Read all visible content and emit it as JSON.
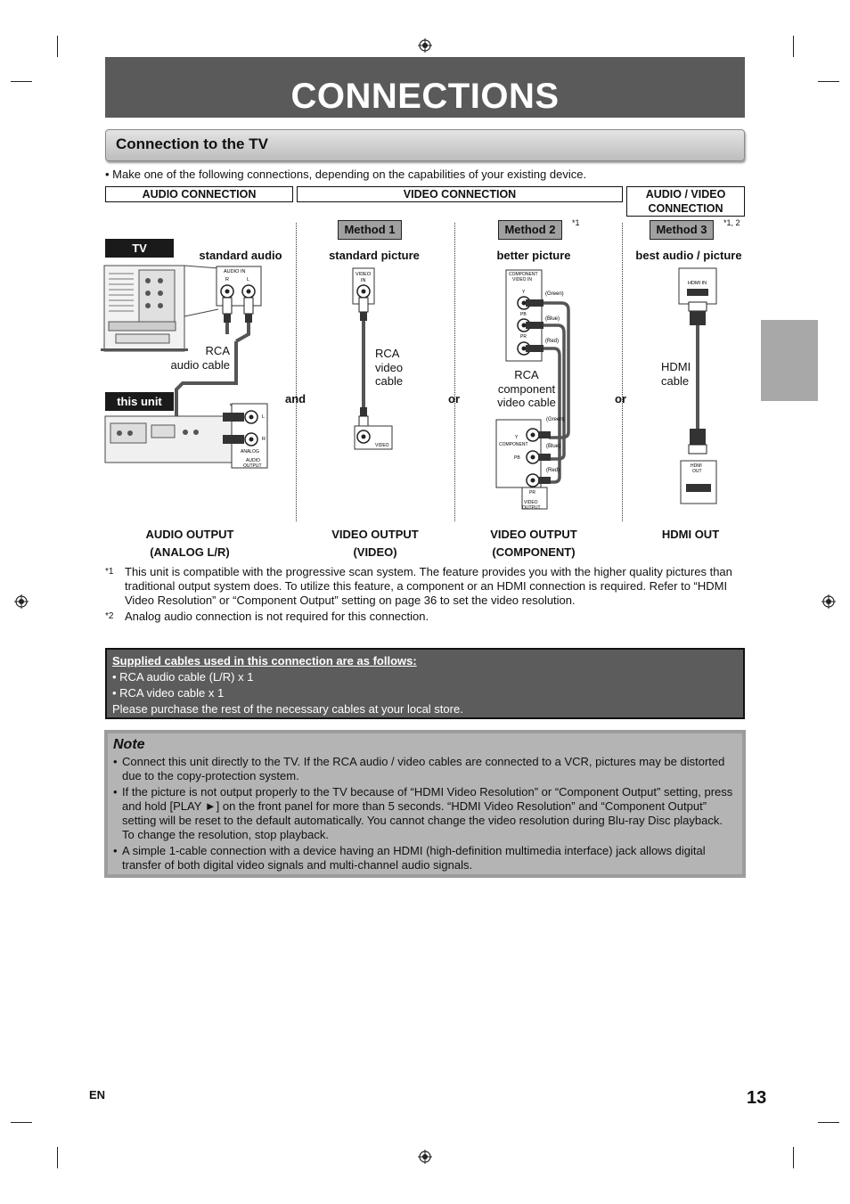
{
  "header": {
    "title": "CONNECTIONS"
  },
  "section": {
    "title": "Connection to the TV"
  },
  "intro": "• Make one of the following connections, depending on the capabilities of your existing device.",
  "columns": {
    "audio": "AUDIO CONNECTION",
    "video": "VIDEO CONNECTION",
    "av_line1": "AUDIO / VIDEO",
    "av_line2": "CONNECTION"
  },
  "methods": [
    {
      "label": "Method 1",
      "mark": ""
    },
    {
      "label": "Method 2",
      "mark": "*1"
    },
    {
      "label": "Method 3",
      "mark": "*1, 2"
    }
  ],
  "labels": {
    "tv": "TV",
    "this_unit": "this unit",
    "and": "and",
    "or": "or"
  },
  "captions": {
    "standard_audio": "standard audio",
    "standard_picture": "standard picture",
    "better_picture": "better picture",
    "best": "best audio / picture"
  },
  "cables": {
    "rca_audio_1": "RCA",
    "rca_audio_2": "audio cable",
    "rca_video_1": "RCA",
    "rca_video_2": "video",
    "rca_video_3": "cable",
    "component_1": "RCA",
    "component_2": "component",
    "component_3": "video cable",
    "hdmi_1": "HDMI",
    "hdmi_2": "cable"
  },
  "jacks": {
    "audio_in": "AUDIO IN",
    "r": "R",
    "l": "L",
    "video_in_1": "VIDEO",
    "video_in_2": "IN",
    "video": "VIDEO",
    "component_in_1": "COMPONENT",
    "component_in_2": "VIDEO IN",
    "component": "COMPONENT",
    "y": "Y",
    "pb": "PB",
    "pr": "PR",
    "green": "(Green)",
    "blue": "(Blue)",
    "red": "(Red)",
    "hdmi_in": "HDMI IN",
    "hdmi_out_1": "HDMI",
    "hdmi_out_2": "OUT",
    "analog": "ANALOG",
    "audio_output_1": "AUDIO",
    "audio_output_2": "OUTPUT",
    "video_output_1": "VIDEO",
    "video_output_2": "OUTPUT"
  },
  "outputs": {
    "audio_1": "AUDIO OUTPUT",
    "audio_2": "(ANALOG L/R)",
    "video_1": "VIDEO OUTPUT",
    "video_2": "(VIDEO)",
    "component_1": "VIDEO OUTPUT",
    "component_2": "(COMPONENT)",
    "hdmi": "HDMI OUT"
  },
  "footnotes": [
    {
      "mark": "*1",
      "text": "This unit is compatible with the progressive scan system. The feature provides you with the higher quality pictures than traditional output system does. To utilize this feature, a component or an HDMI connection is required. Refer to “HDMI Video Resolution” or “Component Output” setting on page 36 to set the video resolution."
    },
    {
      "mark": "*2",
      "text": "Analog audio connection is not required for this connection."
    }
  ],
  "supplied": {
    "heading": "Supplied cables used in this connection are as follows:",
    "items": [
      "• RCA audio cable (L/R) x 1",
      "• RCA video cable x 1"
    ],
    "footer": "Please purchase the rest of the necessary cables at your local store."
  },
  "note": {
    "heading": "Note",
    "items": [
      "Connect this unit directly to the TV. If the RCA audio / video cables are connected to a VCR, pictures may be distorted due to the copy-protection system.",
      "If the picture is not output properly to the TV because of “HDMI Video Resolution” or “Component Output” setting, press and hold [PLAY ►] on the front panel for more than 5 seconds. “HDMI Video Resolution” and “Component Output” setting will be reset to the default automatically. You cannot change the video resolution during Blu-ray Disc playback. To change the resolution, stop playback.",
      "A simple 1-cable connection with a device having an HDMI (high-definition multimedia interface) jack allows digital transfer of both digital video signals and multi-channel audio signals."
    ]
  },
  "footer": {
    "lang": "EN",
    "page": "13"
  }
}
